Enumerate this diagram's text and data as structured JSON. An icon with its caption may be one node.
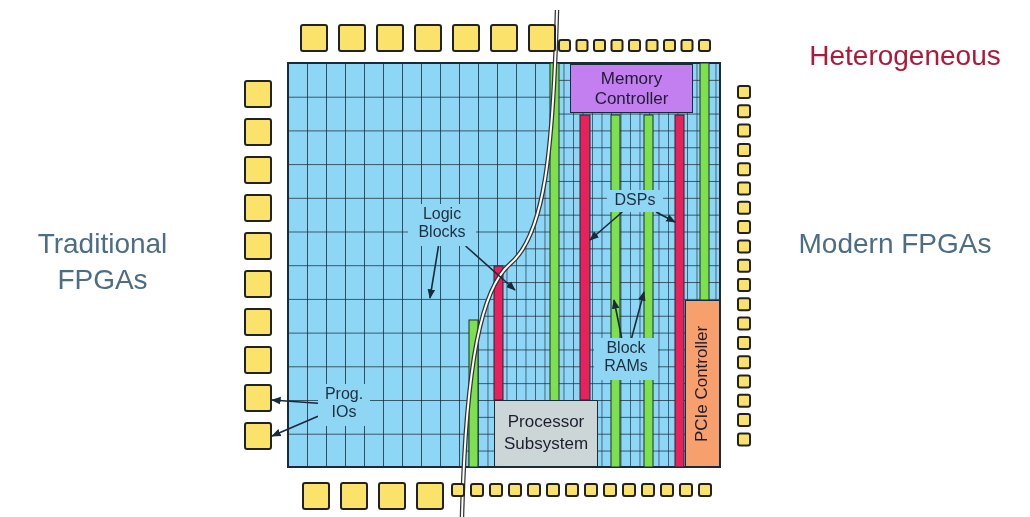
{
  "diagram": {
    "nodes": [
      {
        "text": [
          "Memory Controller"
        ]
      },
      {
        "text": [
          "Processor Subsystem"
        ]
      },
      {
        "text": [
          "PCIe Controller"
        ]
      },
      {
        "text": [
          "Logic Blocks"
        ]
      },
      {
        "text": [
          "DSPs"
        ]
      },
      {
        "text": [
          "Block RAMs"
        ]
      },
      {
        "text": [
          "Prog. IOs"
        ]
      }
    ],
    "edges": [
      {
        "from": 3,
        "to": null,
        "arrow": "to"
      },
      {
        "from": 3,
        "to": null,
        "arrow": "to"
      },
      {
        "from": 4,
        "to": null,
        "arrow": "to"
      },
      {
        "from": 4,
        "to": null,
        "arrow": "to"
      },
      {
        "from": 5,
        "to": null,
        "arrow": "to"
      },
      {
        "from": 5,
        "to": null,
        "arrow": "to"
      },
      {
        "from": 6,
        "to": null,
        "arrow": "to"
      },
      {
        "from": 6,
        "to": null,
        "arrow": "to"
      }
    ],
    "labels": [
      "Heterogeneous",
      "Traditional FPGAs",
      "Modern FPGAs"
    ]
  }
}
